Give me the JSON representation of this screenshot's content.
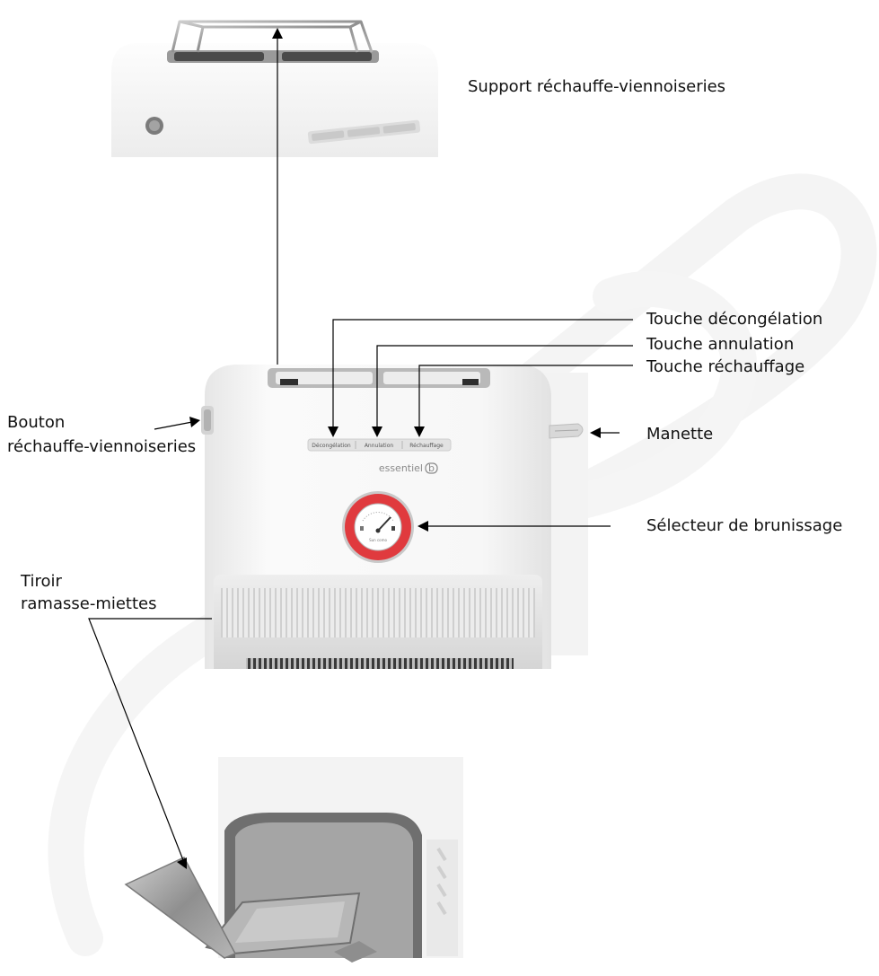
{
  "labels": {
    "bun_rack": "Support réchauffe-viennoiseries",
    "defrost_key": "Touche décongélation",
    "cancel_key": "Touche annulation",
    "reheat_key": "Touche réchauffage",
    "bun_button_line1": "Bouton",
    "bun_button_line2": "réchauffe-viennoiseries",
    "lever": "Manette",
    "browning_selector": "Sélecteur de brunissage",
    "crumb_tray_line1": "Tiroir",
    "crumb_tray_line2": "ramasse-miettes"
  },
  "panel_buttons": {
    "defrost": "Décongélation",
    "cancel": "Annulation",
    "reheat": "Réchauffage"
  },
  "brand": "essentiel",
  "brand_logo_letter": "b",
  "dial_text": "Sun\ncomo",
  "colors": {
    "dial_ring": "#e03a3e",
    "body": "#f2f2f2",
    "metal": "#8e8e8e",
    "arrow": "#000000"
  }
}
